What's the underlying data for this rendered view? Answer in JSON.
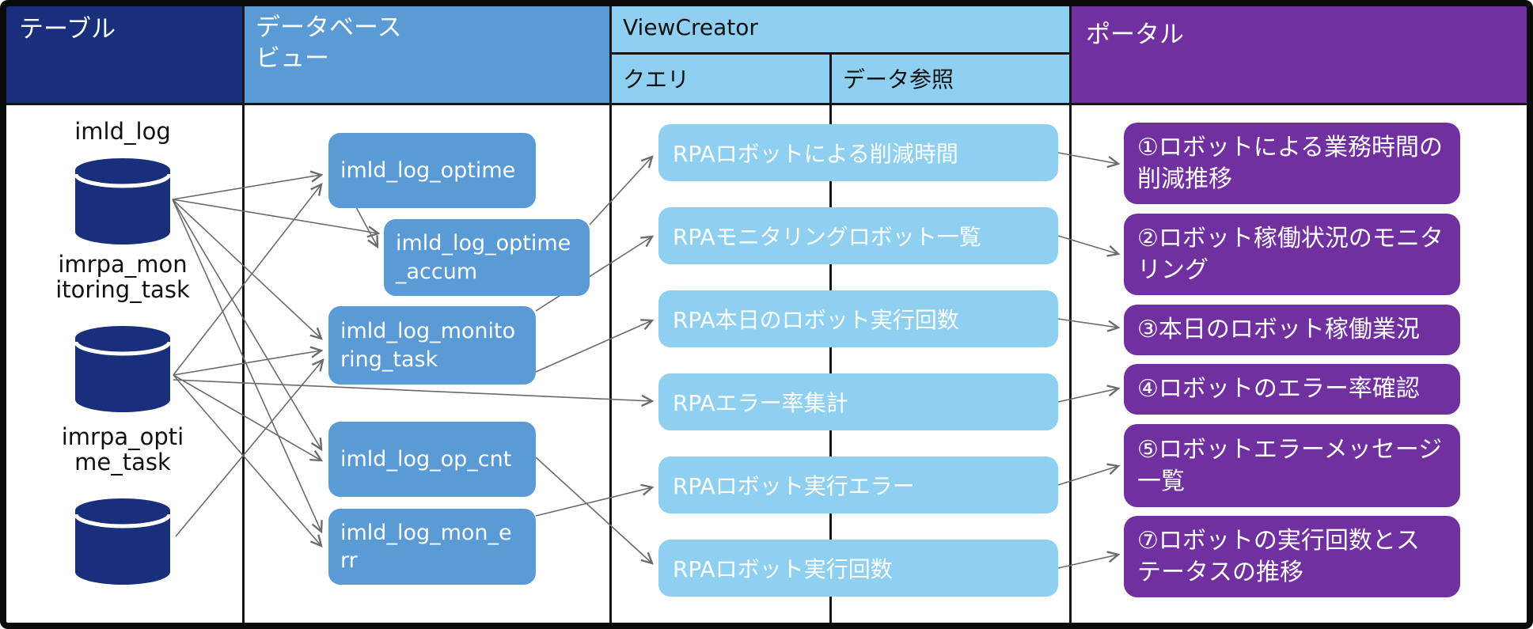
{
  "header": {
    "table": "テーブル",
    "database_view": "データベース\nビュー",
    "viewcreator": "ViewCreator",
    "query": "クエリ",
    "data_reference": "データ参照",
    "portal": "ポータル"
  },
  "tables": [
    {
      "id": "imld_log",
      "label": "imld_log"
    },
    {
      "id": "imrpa_monitoring_task",
      "label": "imrpa_mon\nitoring_task"
    },
    {
      "id": "imrpa_optime_task",
      "label": "imrpa_opti\nme_task"
    }
  ],
  "views": [
    {
      "id": "imld_log_optime",
      "label": "imld_log_optime"
    },
    {
      "id": "imld_log_optime_accum",
      "label": "imld_log_optime\n_accum"
    },
    {
      "id": "imld_log_monitoring_task",
      "label": "imld_log_monito\nring_task"
    },
    {
      "id": "imld_log_op_cnt",
      "label": "imld_log_op_cnt"
    },
    {
      "id": "imld_log_mon_err",
      "label": "imld_log_mon_e\nrr"
    }
  ],
  "queries": [
    {
      "id": "rpa_reduction_time",
      "label": "RPAロボットによる削減時間"
    },
    {
      "id": "rpa_monitoring_robot_list",
      "label": "RPAモニタリングロボット一覧"
    },
    {
      "id": "rpa_today_exec_count",
      "label": "RPA本日のロボット実行回数"
    },
    {
      "id": "rpa_error_rate_agg",
      "label": "RPAエラー率集計"
    },
    {
      "id": "rpa_exec_error",
      "label": "RPAロボット実行エラー"
    },
    {
      "id": "rpa_exec_count",
      "label": "RPAロボット実行回数"
    }
  ],
  "portals": [
    {
      "id": "portal_1",
      "label": "①ロボットによる業務時間の\n削減推移"
    },
    {
      "id": "portal_2",
      "label": "②ロボット稼働状況のモニタ\nリング"
    },
    {
      "id": "portal_3",
      "label": "③本日のロボット稼働業況"
    },
    {
      "id": "portal_4",
      "label": "④ロボットのエラー率確認"
    },
    {
      "id": "portal_5",
      "label": "⑤ロボットエラーメッセージ\n一覧"
    },
    {
      "id": "portal_7",
      "label": "⑦ロボットの実行回数とス\nテータスの推移"
    }
  ],
  "edges": [
    {
      "from": "imld_log",
      "to": "imld_log_optime"
    },
    {
      "from": "imld_log",
      "to": "imld_log_optime_accum"
    },
    {
      "from": "imld_log",
      "to": "imld_log_monitoring_task"
    },
    {
      "from": "imld_log",
      "to": "imld_log_op_cnt"
    },
    {
      "from": "imld_log",
      "to": "imld_log_mon_err"
    },
    {
      "from": "imrpa_monitoring_task",
      "to": "imld_log_optime"
    },
    {
      "from": "imrpa_monitoring_task",
      "to": "imld_log_monitoring_task"
    },
    {
      "from": "imrpa_monitoring_task",
      "to": "imld_log_op_cnt"
    },
    {
      "from": "imrpa_monitoring_task",
      "to": "imld_log_mon_err"
    },
    {
      "from": "imrpa_monitoring_task",
      "to": "rpa_error_rate_agg"
    },
    {
      "from": "imrpa_optime_task",
      "to": "imld_log_monitoring_task"
    },
    {
      "from": "imld_log_optime",
      "to": "imld_log_optime_accum"
    },
    {
      "from": "imld_log_optime_accum",
      "to": "rpa_reduction_time"
    },
    {
      "from": "imld_log_monitoring_task",
      "to": "rpa_monitoring_robot_list"
    },
    {
      "from": "imld_log_monitoring_task",
      "to": "rpa_today_exec_count"
    },
    {
      "from": "imld_log_op_cnt",
      "to": "rpa_exec_count"
    },
    {
      "from": "imld_log_mon_err",
      "to": "rpa_exec_error"
    },
    {
      "from": "rpa_reduction_time",
      "to": "portal_1"
    },
    {
      "from": "rpa_monitoring_robot_list",
      "to": "portal_2"
    },
    {
      "from": "rpa_today_exec_count",
      "to": "portal_3"
    },
    {
      "from": "rpa_error_rate_agg",
      "to": "portal_4"
    },
    {
      "from": "rpa_exec_error",
      "to": "portal_5"
    },
    {
      "from": "rpa_exec_count",
      "to": "portal_7"
    }
  ],
  "colors": {
    "table_header": "#182F7C",
    "cylinder": "#182F7C",
    "database_view": "#5B9BD5",
    "viewcreator": "#8FD0F1",
    "portal": "#7030A0",
    "connector": "#6B6B6B",
    "grid": "#161616"
  }
}
